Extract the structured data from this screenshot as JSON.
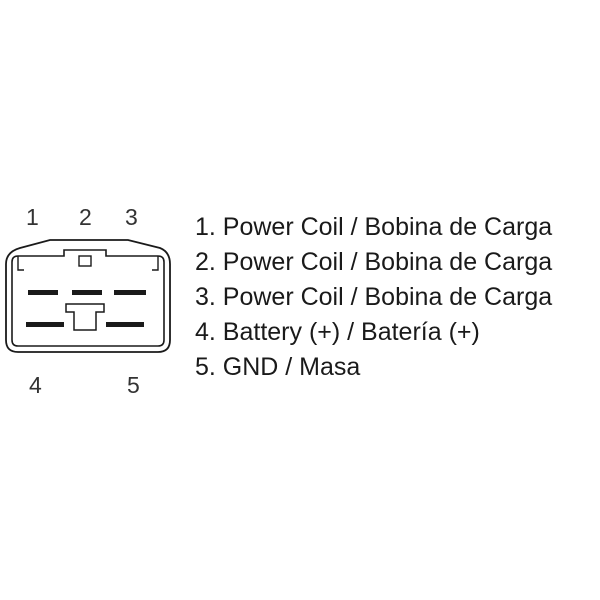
{
  "connector": {
    "pin_labels": [
      "1",
      "2",
      "3",
      "4",
      "5"
    ]
  },
  "legend": [
    "1. Power Coil / Bobina de Carga",
    "2. Power Coil / Bobina de Carga",
    "3. Power Coil / Bobina de Carga",
    "4. Battery (+) / Batería (+)",
    "5. GND / Masa"
  ],
  "colors": {
    "stroke": "#1a1a1a",
    "text": "#1a1a1a"
  }
}
